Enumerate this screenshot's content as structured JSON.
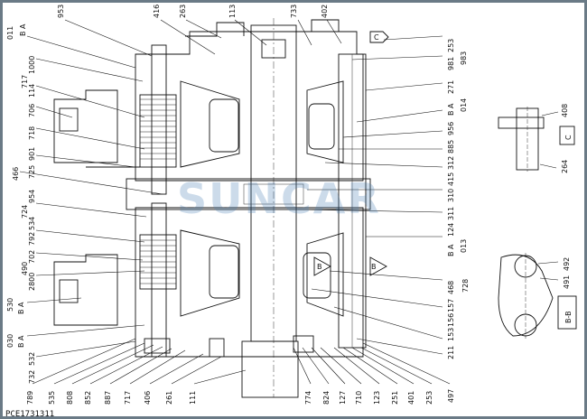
{
  "watermark": "SUNCAR",
  "footer_code": "PCE1731311",
  "labels": {
    "top": [
      "416",
      "263",
      "113",
      "733",
      "402",
      "953"
    ],
    "right": [
      "253",
      "981",
      "983",
      "271",
      "B A",
      "014",
      "956",
      "885",
      "312",
      "415",
      "310",
      "311",
      "124",
      "B A",
      "013",
      "468",
      "728",
      "157",
      "156",
      "153",
      "211",
      "497"
    ],
    "left": [
      "B A",
      "011",
      "1000",
      "717",
      "114",
      "706",
      "718",
      "901",
      "725",
      "466",
      "954",
      "724",
      "534",
      "792",
      "702",
      "490",
      "2800",
      "B A",
      "530",
      "B A",
      "030",
      "532",
      "732"
    ],
    "bottom": [
      "789",
      "535",
      "808",
      "852",
      "887",
      "717",
      "406",
      "261",
      "111",
      "774",
      "824",
      "127",
      "710",
      "123",
      "251",
      "401",
      "253"
    ]
  },
  "detail_c": {
    "labels": [
      "408",
      "264"
    ],
    "view_label": "C"
  },
  "section_bb": {
    "labels": [
      "492",
      "491"
    ],
    "view_label": "B-B"
  },
  "markers": {
    "c_marker": "C",
    "b_marker": "B"
  }
}
